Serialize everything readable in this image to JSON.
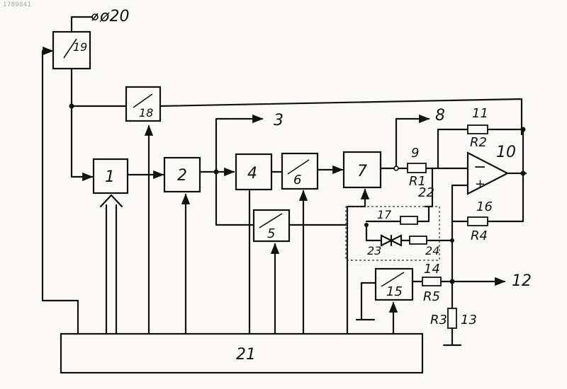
{
  "watermark": "1789841",
  "terminal": {
    "label": "ø20"
  },
  "outputs": {
    "out3": "3",
    "out8": "8",
    "out12": "12"
  },
  "blocks": {
    "b1": "1",
    "b2": "2",
    "b4": "4",
    "b5": "5",
    "b6": "6",
    "b7": "7",
    "b15": "15",
    "b17": "17",
    "b18": "18",
    "b19": "19",
    "b21": "21",
    "b22": "22",
    "b23": "23",
    "b24": "24"
  },
  "opamp": {
    "label": "10"
  },
  "resistors": {
    "r9": {
      "num": "9",
      "name": "R1"
    },
    "r11": {
      "num": "11",
      "name": "R2"
    },
    "r16": {
      "num": "16",
      "name": "R4"
    },
    "r14": {
      "num": "14",
      "name": "R5"
    },
    "r13": {
      "num": "13",
      "name": "R3"
    }
  }
}
